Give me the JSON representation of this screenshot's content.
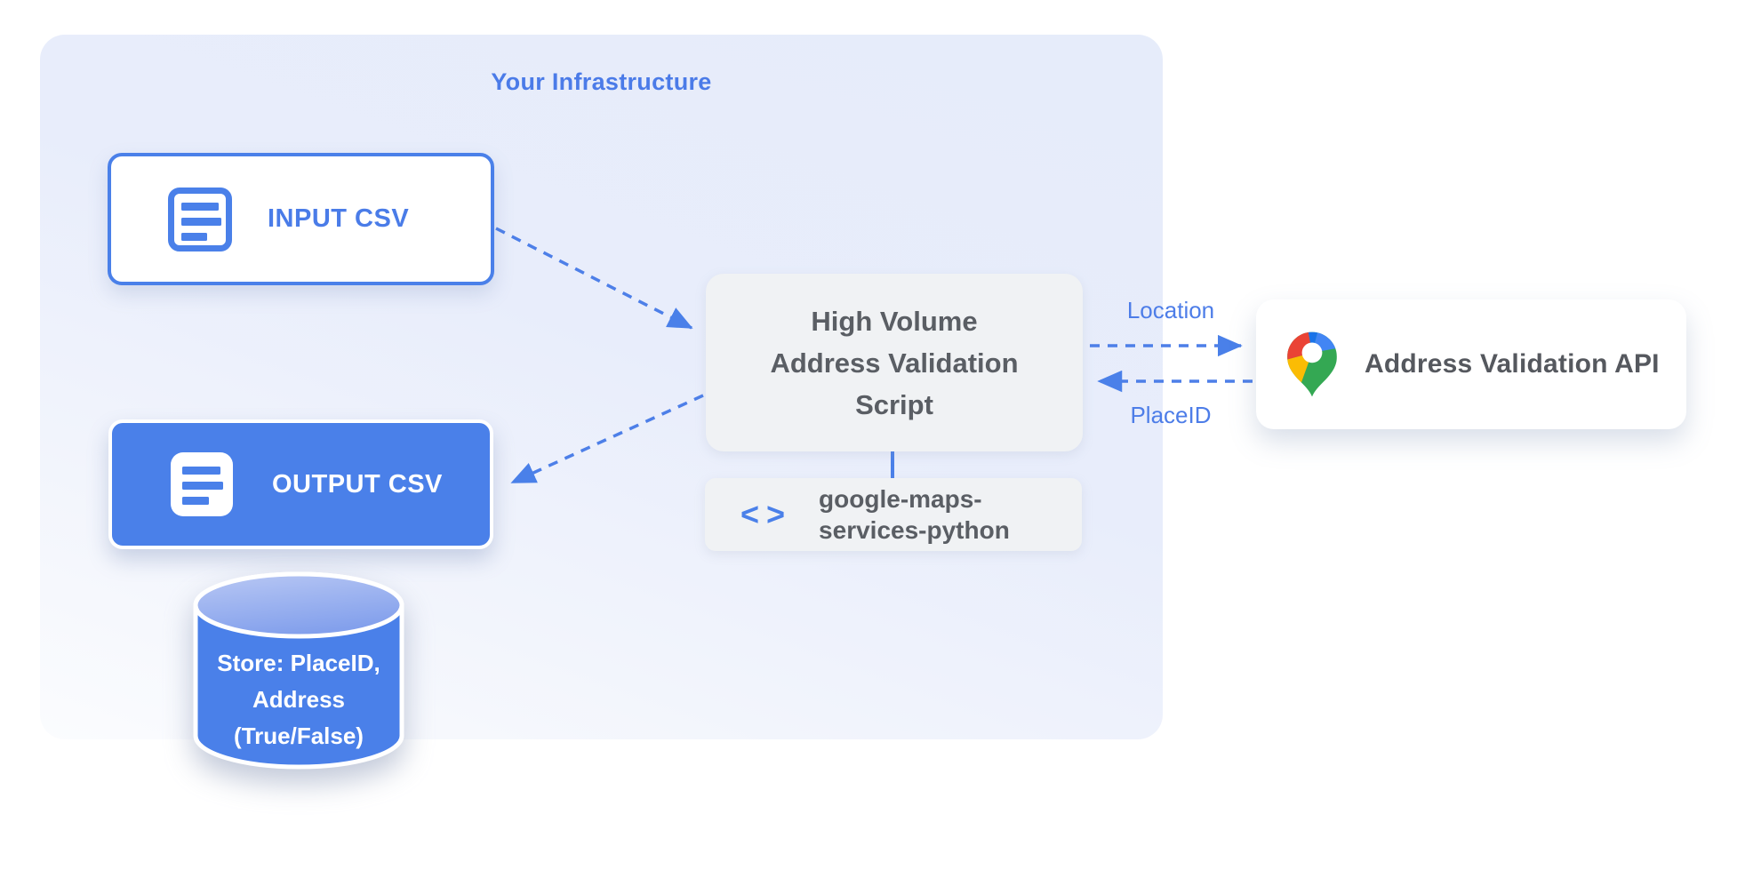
{
  "diagram": {
    "title": "Your Infrastructure",
    "nodes": {
      "input_csv": {
        "label": "INPUT CSV",
        "icon": "document-icon"
      },
      "output_csv": {
        "label": "OUTPUT CSV",
        "icon": "document-icon"
      },
      "script": {
        "line1": "High Volume",
        "line2": "Address Validation",
        "line3": "Script"
      },
      "library": {
        "line1": "google-maps-",
        "line2": "services-python",
        "icon": "code-icon",
        "icon_glyph": "<>"
      },
      "api": {
        "label": "Address Validation API",
        "icon": "google-maps-pin-icon"
      },
      "datastore": {
        "line1": "Store: PlaceID,",
        "line2": "Address",
        "line3": "(True/False)"
      }
    },
    "edges": {
      "script_to_api_label": "Location",
      "api_to_script_label": "PlaceID"
    },
    "colors": {
      "primary_blue": "#4a80e9",
      "label_blue": "#4b7be8",
      "panel_lavender": "#e7ecfa",
      "box_gray": "#f0f2f4",
      "text_dark_gray": "#5a5e64",
      "pin_red": "#EA4335",
      "pin_blue": "#4285F4",
      "pin_dark_blue": "#1A73E8",
      "pin_yellow": "#FBBC04",
      "pin_green": "#34A853"
    }
  }
}
